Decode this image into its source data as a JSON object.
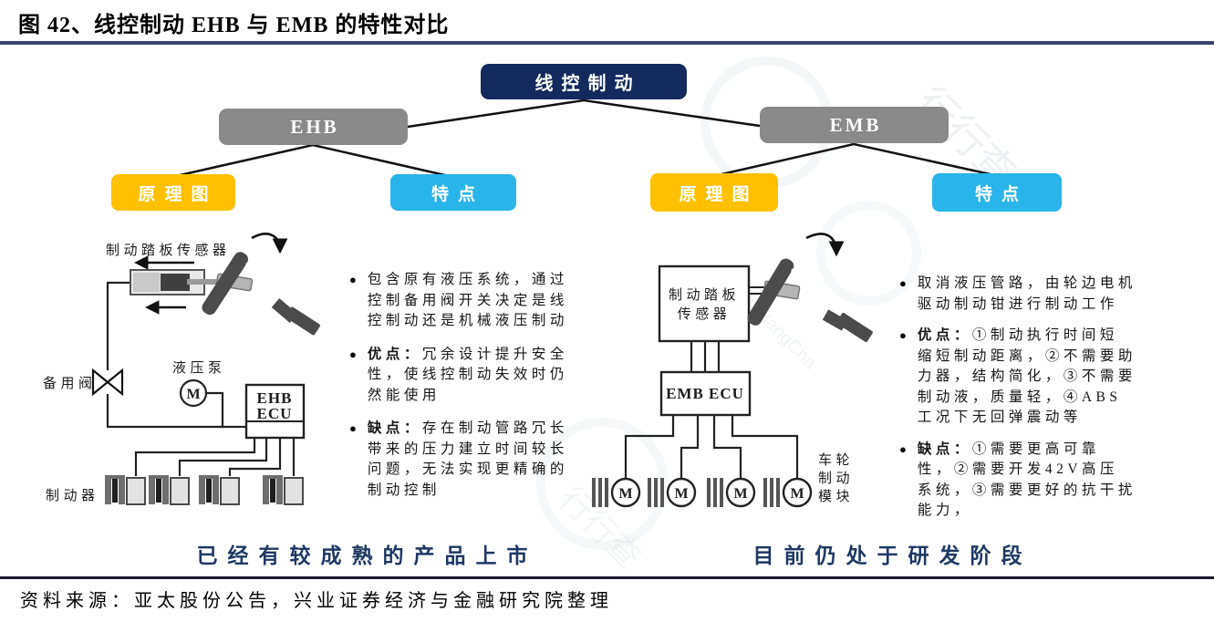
{
  "figure": {
    "title": "图 42、线控制动 EHB 与 EMB 的特性对比",
    "source": "资料来源：亚太股份公告，兴业证券经济与金融研究院整理"
  },
  "tree": {
    "root": "线控制动"
  },
  "colors": {
    "root_box": "#14295e",
    "branch_box": "#8a8a8a",
    "schematic_box": "#ffc000",
    "features_box": "#29b4ea",
    "caption_text": "#1f3864"
  },
  "ehb": {
    "branch_label": "EHB",
    "schematic_tab": "原理图",
    "features_tab": "特点",
    "diagram": {
      "pedal_sensor": "制动踏板传感器",
      "backup_valve": "备用阀",
      "pump": "液压泵",
      "motor": "M",
      "ecu_line1": "EHB",
      "ecu_line2": "ECU",
      "brakes": "制动器"
    },
    "features": [
      {
        "prefix": "",
        "text": "包含原有液压系统，通过控制备用阀开关决定是线控制动还是机械液压制动"
      },
      {
        "prefix": "优点：",
        "text": "冗余设计提升安全性，使线控制动失效时仍然能使用"
      },
      {
        "prefix": "缺点：",
        "text": "存在制动管路冗长带来的压力建立时间较长问题，无法实现更精确的制动控制"
      }
    ],
    "status": "已经有较成熟的产品上市"
  },
  "emb": {
    "branch_label": "EMB",
    "schematic_tab": "原理图",
    "features_tab": "特点",
    "diagram": {
      "pedal_sensor_line1": "制动踏板",
      "pedal_sensor_line2": "传感器",
      "ecu": "EMB ECU",
      "motor": "M",
      "wheel_module_line1": "车轮",
      "wheel_module_line2": "制动",
      "wheel_module_line3": "模块"
    },
    "features": [
      {
        "prefix": "",
        "text": "取消液压管路，由轮边电机驱动制动钳进行制动工作"
      },
      {
        "prefix": "优点：",
        "text": "①制动执行时间短缩短制动距离，②不需要助力器，结构简化，③不需要制动液，质量轻，④ABS工况下无回弹震动等"
      },
      {
        "prefix": "缺点：",
        "text": "①需要更高可靠性，②需要开发42V高压系统，③需要更好的抗干扰能力，"
      }
    ],
    "status": "目前仍处于研发阶段"
  },
  "watermark": {
    "cn": "行行查",
    "en": "HangHangCha"
  }
}
